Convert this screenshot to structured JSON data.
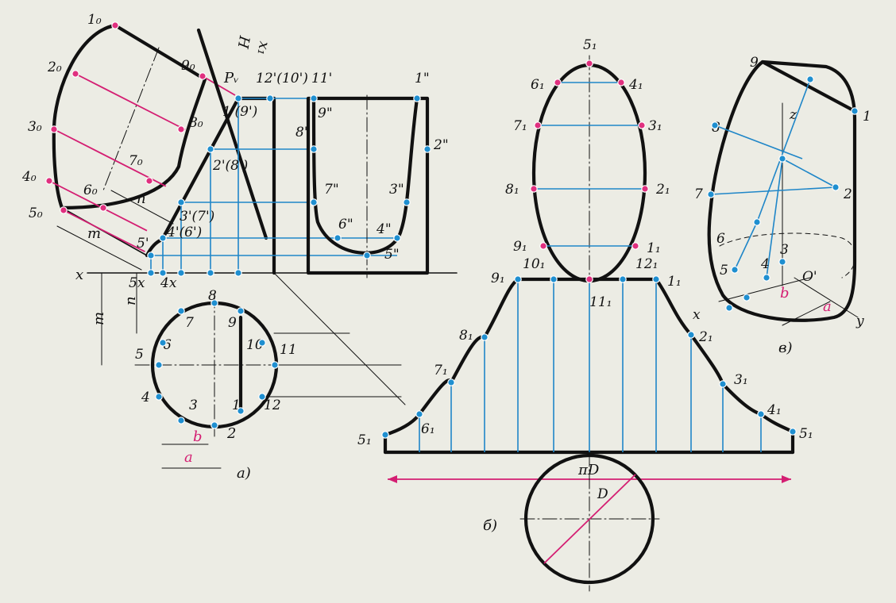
{
  "colors": {
    "outline": "#111111",
    "construction": "#1f86c8",
    "highlight": "#d41e72",
    "paper": "#ecece4"
  },
  "panel_a": {
    "caption": "а)",
    "axis_x": "x",
    "plane_label": "x₁",
    "plane_label2": "Н",
    "trace_label": "Pᵥ",
    "dev_labels": [
      "1₀",
      "2₀",
      "3₀",
      "4₀",
      "5₀",
      "6₀",
      "7₀",
      "8₀",
      "9₀"
    ],
    "front_labels": [
      "1'(9')",
      "2'(8')",
      "3'(7')",
      "4'(6')",
      "5'",
      "12'(10')",
      "11'"
    ],
    "side_labels": [
      "1\"",
      "2\"",
      "3\"",
      "4\"",
      "5\"",
      "6\"",
      "7\"",
      "8\"",
      "9\""
    ],
    "plan_labels": [
      "1",
      "2",
      "3",
      "4",
      "5",
      "6",
      "7",
      "8",
      "9",
      "10",
      "11",
      "12"
    ],
    "axis_marks": [
      "5x",
      "4x"
    ],
    "dims": {
      "n": "n",
      "m": "m",
      "a": "a",
      "b": "b",
      "two": "2"
    }
  },
  "panel_b": {
    "caption": "б)",
    "oval_labels": [
      "5₁",
      "4₁",
      "3₁",
      "2₁",
      "1₁",
      "6₁",
      "7₁",
      "8₁",
      "9₁"
    ],
    "dev_labels": [
      "5₁",
      "6₁",
      "7₁",
      "8₁",
      "9₁",
      "10₁",
      "11₁",
      "12₁",
      "1₁",
      "2₁",
      "3₁",
      "4₁",
      "5₁"
    ],
    "length_label": "πD",
    "diam_label": "D"
  },
  "panel_c": {
    "caption": "в)",
    "labels": [
      "9",
      "8",
      "7",
      "6",
      "5",
      "4",
      "3",
      "2",
      "1",
      "z",
      "x",
      "y",
      "O'"
    ],
    "dims": {
      "a": "a",
      "b": "b"
    }
  }
}
